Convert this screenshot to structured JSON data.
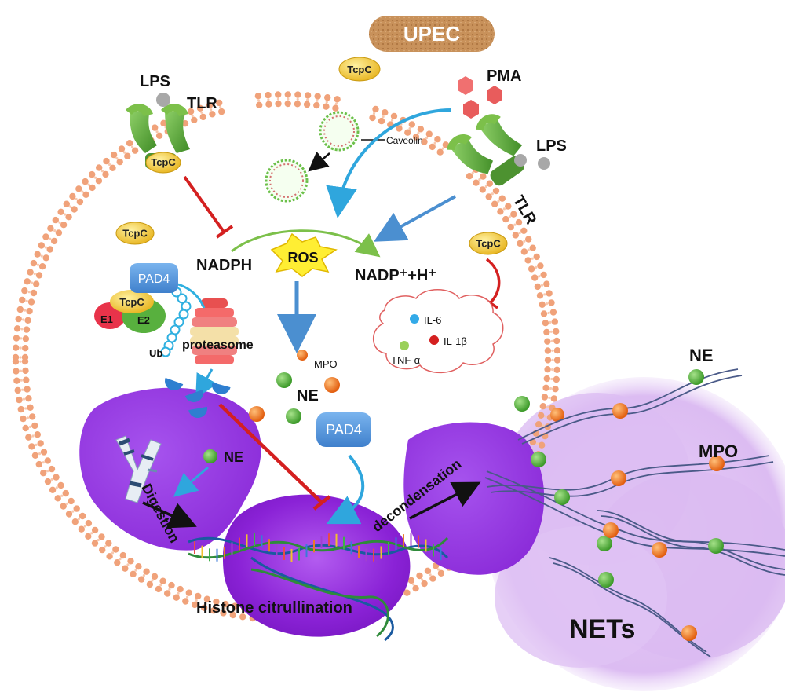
{
  "labels": {
    "upec": "UPEC",
    "pma": "PMA",
    "lps_left": "LPS",
    "lps_right": "LPS",
    "tlr_left": "TLR",
    "tlr_right": "TLR",
    "caveolin": "Caveolin",
    "tcpc": "TcpC",
    "nadph": "NADPH",
    "ros": "ROS",
    "nadp": "NADP⁺+H⁺",
    "pad4": "PAD4",
    "e1": "E1",
    "e2": "E2",
    "ub": "Ub",
    "proteasome": "proteasome",
    "mpo": "MPO",
    "ne": "NE",
    "il6": "IL-6",
    "il1b": "IL-1β",
    "tnfa": "TNF-α",
    "digestion": "Digestion",
    "decondensation": "decondensation",
    "histone": "Histone citrullination",
    "nets": "NETs"
  },
  "colors": {
    "membrane": "#f0a27a",
    "receptor": "#5fa83a",
    "tcpc": "#f1c232",
    "pad4": "#4a90d9",
    "ne": "#55b33d",
    "mpo": "#f07b1e",
    "nucleus": "#9b30e0",
    "inhibit": "#d42020",
    "activate": "#4b8fd0",
    "nets_cloud": "#d9b8f0",
    "upec": "#c8915a"
  }
}
